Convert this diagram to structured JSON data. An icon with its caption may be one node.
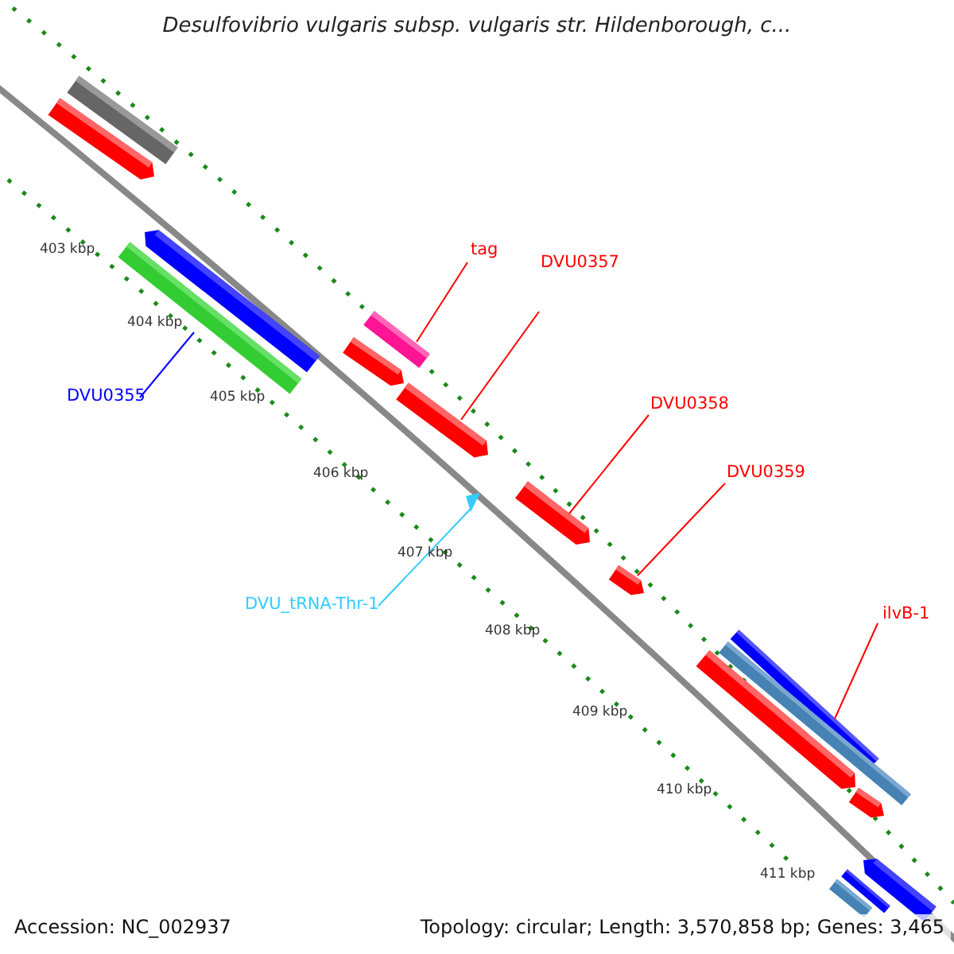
{
  "diagram": {
    "title": "Desulfovibrio vulgaris subsp. vulgaris str. Hildenborough, c...",
    "nodes": [
      {
        "text": [
          "DVU0355"
        ]
      },
      {
        "text": [],
        "shape": "bar"
      },
      {
        "text": [
          "tag"
        ]
      },
      {
        "text": [],
        "shape": "bar"
      },
      {
        "text": [
          "DVU0357"
        ]
      },
      {
        "text": [],
        "shape": "bar"
      },
      {
        "text": [
          "DVU0358"
        ]
      },
      {
        "text": [],
        "shape": "bar"
      },
      {
        "text": [
          "DVU0359"
        ]
      },
      {
        "text": [],
        "shape": "bar"
      },
      {
        "text": [
          "DVU_tRNA-Thr-1"
        ]
      },
      {
        "text": [],
        "shape": "triangle"
      },
      {
        "text": [
          "ilvB-1"
        ]
      },
      {
        "text": [],
        "shape": "bar"
      },
      {
        "text": [],
        "shape": "bar"
      },
      {
        "text": [],
        "shape": "bar"
      },
      {
        "text": [],
        "shape": "bar"
      },
      {
        "text": [],
        "shape": "bar"
      },
      {
        "text": [],
        "shape": "bar"
      },
      {
        "text": [],
        "shape": "bar"
      },
      {
        "text": [],
        "shape": "bar"
      },
      {
        "text": [],
        "shape": "bar"
      },
      {
        "text": [],
        "shape": "bar"
      },
      {
        "text": [],
        "shape": "bar"
      }
    ],
    "edges": [
      {
        "from": 0,
        "to": 1,
        "arrow": "none",
        "color": "#0000ff"
      },
      {
        "from": 2,
        "to": 3,
        "arrow": "none"
      },
      {
        "from": 4,
        "to": 5,
        "arrow": "none"
      },
      {
        "from": 6,
        "to": 7,
        "arrow": "none"
      },
      {
        "from": 8,
        "to": 9,
        "arrow": "none"
      },
      {
        "from": 10,
        "to": 11,
        "arrow": "none",
        "color": "#33ccff"
      },
      {
        "from": 12,
        "to": 13,
        "arrow": "none"
      }
    ],
    "labels": [
      "403 kbp",
      "404 kbp",
      "405 kbp",
      "406 kbp",
      "407 kbp",
      "408 kbp",
      "409 kbp",
      "410 kbp",
      "411 kbp",
      "Accession: NC_002937",
      "Topology: circular; Length: 3,570,858 bp; Genes: 3,465"
    ]
  }
}
